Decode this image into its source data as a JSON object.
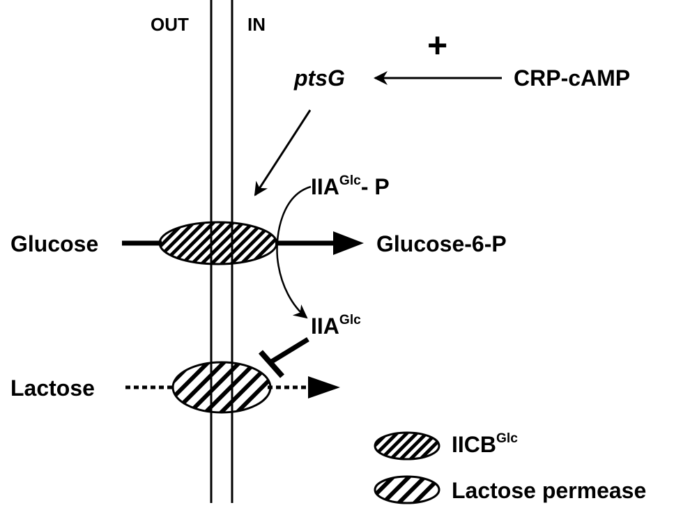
{
  "membrane": {
    "out_label": "OUT",
    "in_label": "IN"
  },
  "regulation": {
    "activator": "CRP-cAMP",
    "effect_sign": "+",
    "gene": "ptsG"
  },
  "transport": {
    "glucose": "Glucose",
    "glucose_product": "Glucose-6-P",
    "lactose": "Lactose"
  },
  "iia": {
    "phospho_base": "IIA",
    "phospho_sup": "Glc",
    "phospho_suffix": "- P",
    "dephospho_base": "IIA",
    "dephospho_sup": "Glc"
  },
  "legend": {
    "items": [
      {
        "base": "IICB",
        "sup": "Glc",
        "pattern": "dense-hatch"
      },
      {
        "base": "Lactose permease",
        "sup": "",
        "pattern": "sparse-hatch"
      }
    ]
  },
  "colors": {
    "ink": "#000000",
    "background": "#ffffff"
  }
}
